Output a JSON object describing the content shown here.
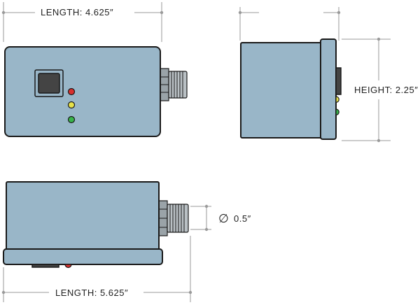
{
  "dimensions": {
    "top_length": "LENGTH:  4.625″",
    "height": "HEIGHT: 2.25″",
    "diameter_symbol": "∅",
    "diameter": "0.5″",
    "bottom_length": "LENGTH:  5.625″"
  },
  "colors": {
    "body": "#99b6c8",
    "led_red": "#d9302e",
    "led_yellow": "#e6e24a",
    "led_green": "#37b34a",
    "outline": "#1a1a1a",
    "dimension": "#9a9a9a"
  }
}
